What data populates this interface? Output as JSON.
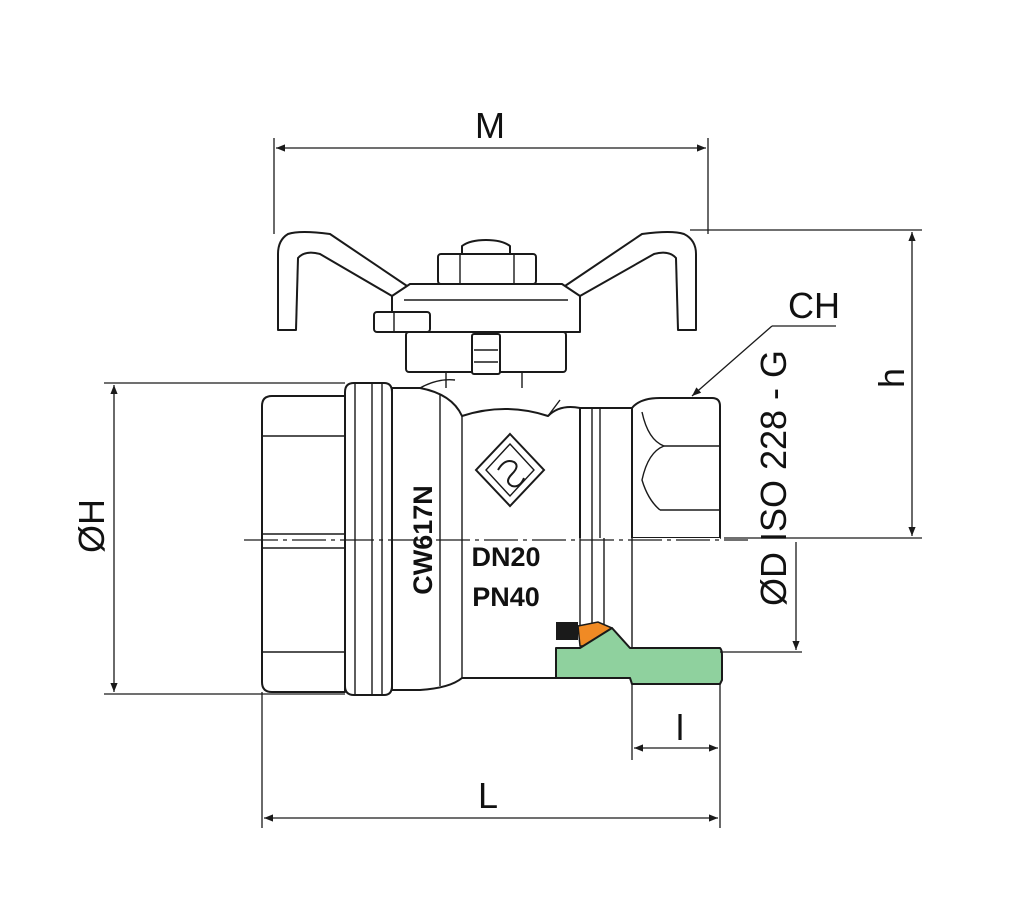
{
  "dimensions": {
    "M": "M",
    "CH": "CH",
    "h": "h",
    "H": "ØH",
    "D": "ØD ISO 228 - G",
    "l": "l",
    "L": "L"
  },
  "body_markings": {
    "material": "CW617N",
    "size": "DN20",
    "pressure": "PN40"
  },
  "colors": {
    "line": "#1a1a1a",
    "seat": "#f08a24",
    "section": "#8fd19e"
  }
}
